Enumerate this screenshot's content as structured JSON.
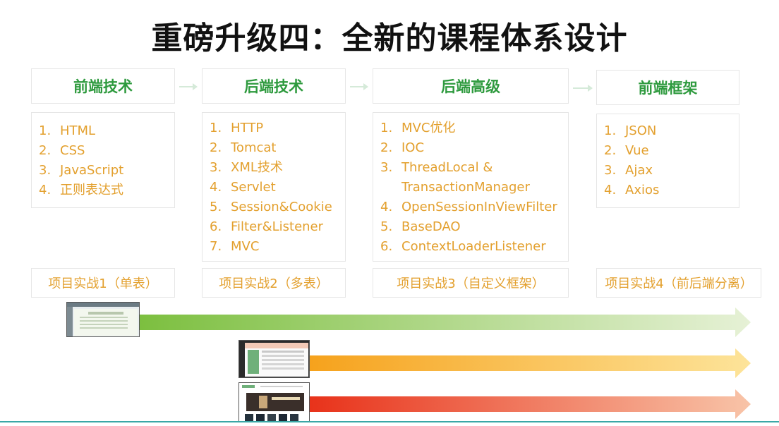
{
  "title": "重磅升级四：全新的课程体系设计",
  "columns": [
    {
      "header": "前端技术",
      "items": [
        {
          "num": "1.",
          "text": "HTML"
        },
        {
          "num": "2.",
          "text": "CSS"
        },
        {
          "num": "3.",
          "text": "JavaScript"
        },
        {
          "num": "4.",
          "text": "正则表达式"
        }
      ],
      "project": "项目实战1（单表）"
    },
    {
      "header": "后端技术",
      "items": [
        {
          "num": "1.",
          "text": "HTTP"
        },
        {
          "num": "2.",
          "text": "Tomcat"
        },
        {
          "num": "3.",
          "text": "XML技术"
        },
        {
          "num": "4.",
          "text": "Servlet"
        },
        {
          "num": "5.",
          "text": "Session&Cookie"
        },
        {
          "num": "6.",
          "text": "Filter&Listener"
        },
        {
          "num": "7.",
          "text": "MVC"
        }
      ],
      "project": "项目实战2（多表）"
    },
    {
      "header": "后端高级",
      "items": [
        {
          "num": "1.",
          "text": "MVC优化"
        },
        {
          "num": "2.",
          "text": "IOC"
        },
        {
          "num": "3.",
          "text": "ThreadLocal & TransactionManager"
        },
        {
          "num": "4.",
          "text": "OpenSessionInViewFilter"
        },
        {
          "num": "5.",
          "text": "BaseDAO"
        },
        {
          "num": "6.",
          "text": "ContextLoaderListener"
        }
      ],
      "project": "项目实战3（自定义框架）"
    },
    {
      "header": "前端框架",
      "items": [
        {
          "num": "1.",
          "text": "JSON"
        },
        {
          "num": "2.",
          "text": "Vue"
        },
        {
          "num": "3.",
          "text": "Ajax"
        },
        {
          "num": "4.",
          "text": "Axios"
        }
      ],
      "project": "项目实战4（前后端分离）"
    }
  ],
  "colors": {
    "header_green": "#2e9a3e",
    "item_orange": "#e3a02e",
    "arrow1": [
      "#7cbf3f",
      "#e6f1d6"
    ],
    "arrow2": [
      "#f6a21c",
      "#fde49a"
    ],
    "arrow3": [
      "#e8321a",
      "#f8c4a8"
    ]
  }
}
